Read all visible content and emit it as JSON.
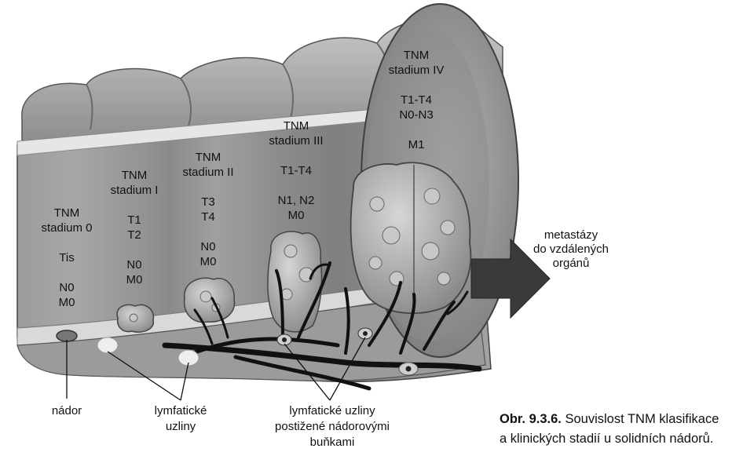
{
  "stages": [
    {
      "lines": [
        "TNM",
        "stadium 0",
        "",
        "Tis",
        "",
        "N0",
        "M0"
      ]
    },
    {
      "lines": [
        "TNM",
        "stadium I",
        "",
        "T1",
        "T2",
        "",
        "N0",
        "M0"
      ]
    },
    {
      "lines": [
        "TNM",
        "stadium II",
        "",
        "T3",
        "T4",
        "",
        "N0",
        "M0"
      ]
    },
    {
      "lines": [
        "TNM",
        "stadium III",
        "",
        "T1-T4",
        "",
        "N1, N2",
        "M0"
      ]
    },
    {
      "lines": [
        "TNM",
        "stadium IV",
        "",
        "T1-T4",
        "N0-N3",
        "",
        "M1"
      ]
    }
  ],
  "labels": {
    "tumor": "nádor",
    "lymph_nodes": [
      "lymfatické",
      "uzliny"
    ],
    "affected_nodes": [
      "lymfatické uzliny",
      "postižené nádorovými",
      "buňkami"
    ],
    "metastases": [
      "metastázy",
      "do vzdálených",
      "orgánů"
    ]
  },
  "caption": {
    "number": "Obr. 9.3.6.",
    "line1": "Souvislost TNM klasifikace",
    "line2": "a klinických stadií u solidních nádorů."
  },
  "colors": {
    "tissue_light": "#bdbdbd",
    "tissue_mid": "#9a9a9a",
    "tissue_dark": "#6f6f6f",
    "vessels": "#111111",
    "arrow": "#3a3a3a"
  }
}
